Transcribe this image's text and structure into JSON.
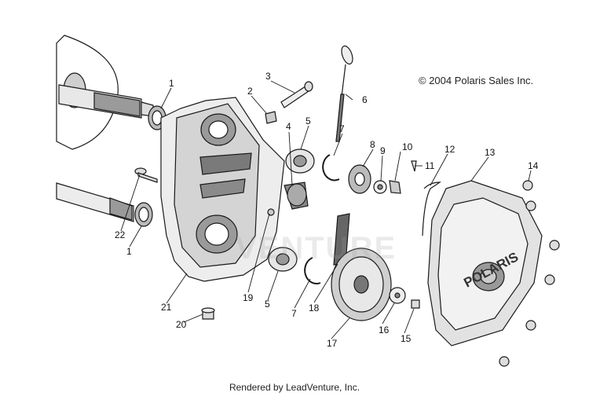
{
  "diagram": {
    "copyright": "© 2004 Polaris Sales Inc.",
    "footer": "Rendered by LeadVenture, Inc.",
    "watermark": "VENTURE",
    "cover_logo": "POLARIS",
    "callouts": {
      "c1a": "1",
      "c1b": "1",
      "c2": "2",
      "c3": "3",
      "c4": "4",
      "c5a": "5",
      "c5b": "5",
      "c6": "6",
      "c7a": "7",
      "c7b": "7",
      "c8": "8",
      "c9": "9",
      "c10": "10",
      "c11": "11",
      "c12": "12",
      "c13": "13",
      "c14": "14",
      "c15": "15",
      "c16": "16",
      "c17": "17",
      "c18": "18",
      "c19": "19",
      "c20": "20",
      "c21": "21",
      "c22": "22"
    }
  },
  "colors": {
    "line": "#1a1a1a",
    "fill": "#ffffff",
    "shade": "#bdbdbd",
    "dark": "#555555"
  }
}
